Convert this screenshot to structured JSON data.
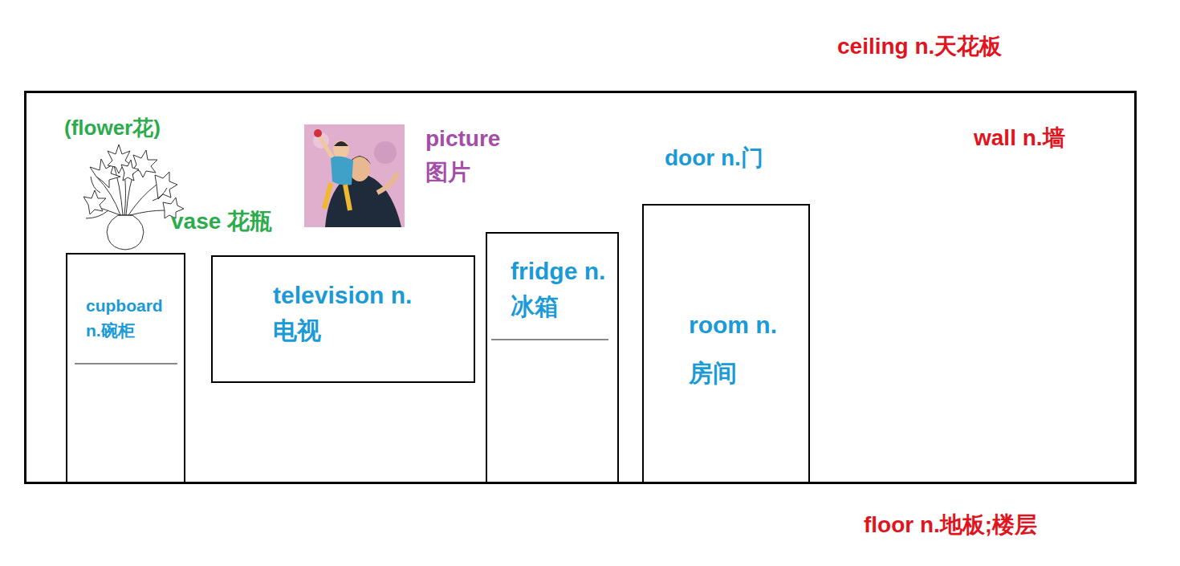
{
  "diagram": {
    "nodes": [
      {
        "text": [
          "wall n.墙"
        ]
      },
      {
        "text": [
          "cupboard n.碗柜"
        ],
        "in": 0
      },
      {
        "text": [
          "television n.电视"
        ],
        "in": 0
      },
      {
        "text": [
          "fridge n.冰箱"
        ],
        "in": 0
      },
      {
        "text": [
          "room n.房间"
        ],
        "in": 0
      }
    ],
    "labels": [
      "ceiling n.天花板",
      "(flower花)",
      "picture 图片",
      "vase 花瓶",
      "door n.门",
      "floor n.地板;楼层"
    ]
  }
}
